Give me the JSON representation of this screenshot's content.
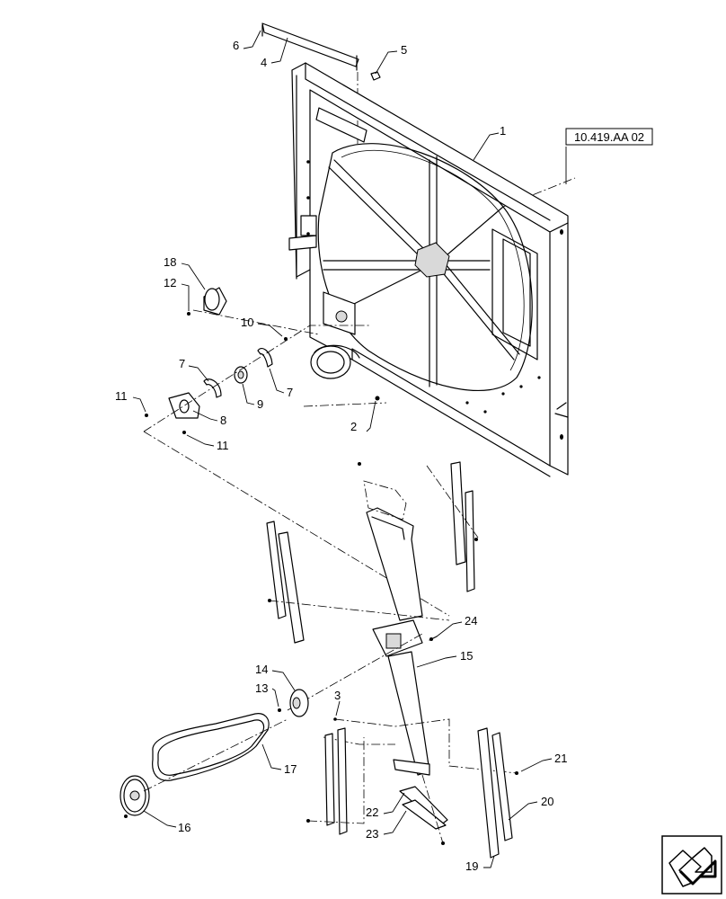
{
  "diagram": {
    "reference_label": "10.419.AA 02",
    "callouts": {
      "c1": "1",
      "c2": "2",
      "c3": "3",
      "c4": "4",
      "c5": "5",
      "c6": "6",
      "c7a": "7",
      "c7b": "7",
      "c8": "8",
      "c9": "9",
      "c10": "10",
      "c11a": "11",
      "c11b": "11",
      "c12": "12",
      "c13": "13",
      "c14": "14",
      "c15": "15",
      "c16": "16",
      "c17": "17",
      "c18": "18",
      "c19": "19",
      "c20": "20",
      "c21": "21",
      "c22": "22",
      "c23": "23",
      "c24": "24"
    }
  }
}
